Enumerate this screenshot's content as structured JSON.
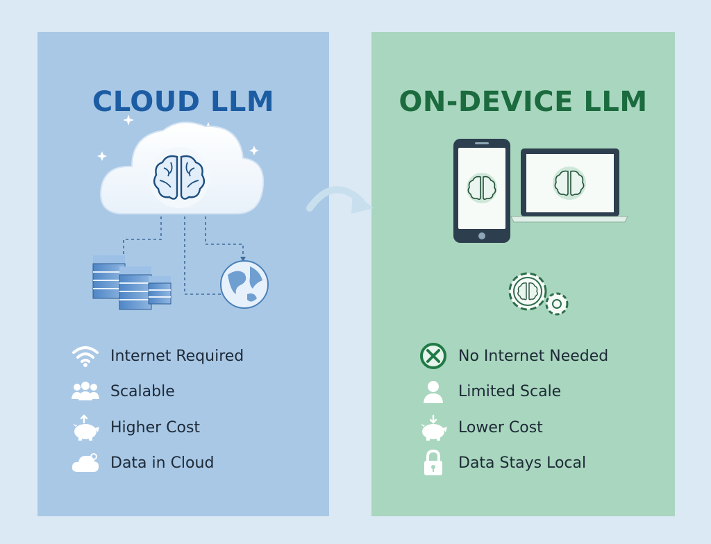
{
  "cloud": {
    "title": "CLOUD LLM",
    "features": [
      {
        "icon": "wifi-icon",
        "label": "Internet Required"
      },
      {
        "icon": "users-icon",
        "label": "Scalable"
      },
      {
        "icon": "piggy-bank-up-icon",
        "label": "Higher Cost"
      },
      {
        "icon": "cloud-data-icon",
        "label": "Data in Cloud"
      }
    ]
  },
  "device": {
    "title": "ON-DEVICE LLM",
    "features": [
      {
        "icon": "no-internet-icon",
        "label": "No Internet Needed"
      },
      {
        "icon": "person-icon",
        "label": "Limited Scale"
      },
      {
        "icon": "piggy-bank-down-icon",
        "label": "Lower Cost"
      },
      {
        "icon": "lock-icon",
        "label": "Data Stays Local"
      }
    ]
  },
  "colors": {
    "background": "#dbe9f5",
    "cloud_panel": "#a9c8e6",
    "device_panel": "#a9d6be",
    "cloud_title": "#1c5ca3",
    "device_title": "#1b6b3f"
  }
}
